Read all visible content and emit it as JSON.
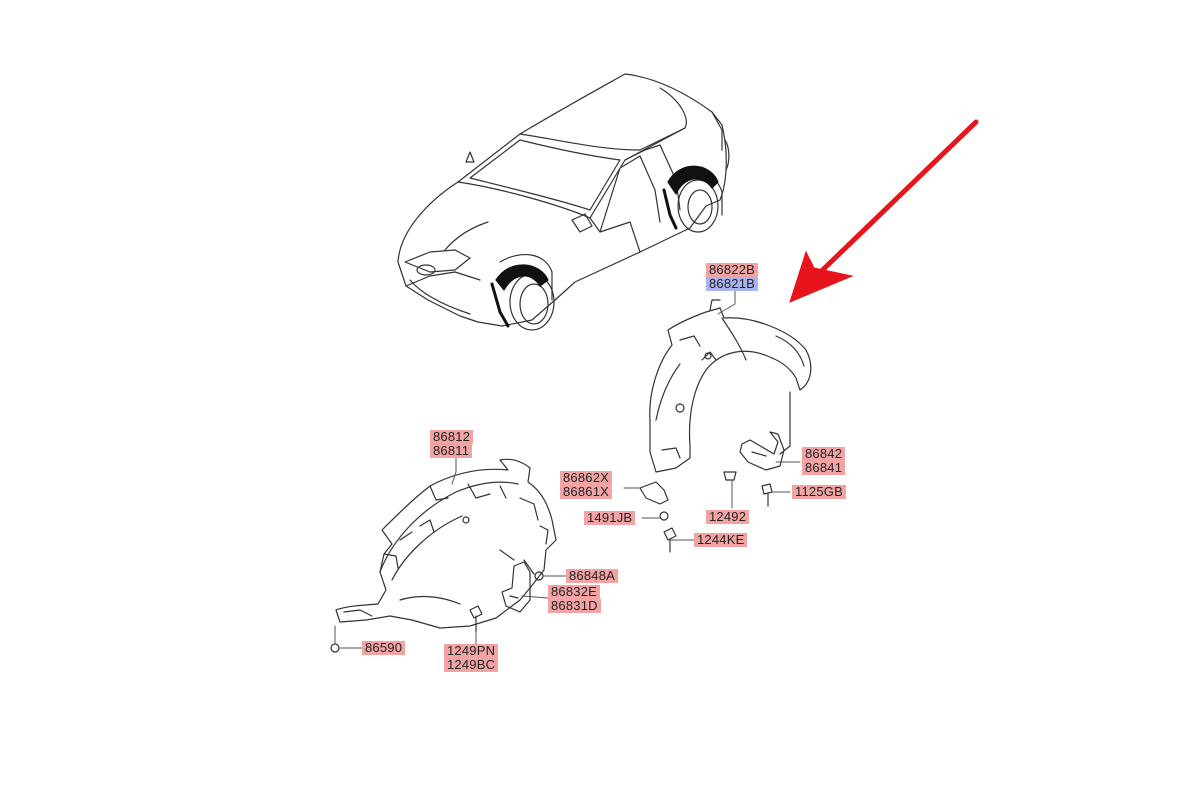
{
  "colors": {
    "label_red": "#f2a3a3",
    "label_blue": "#a9b4ee",
    "arrow": "#e8141b",
    "line": "#333333"
  },
  "labels": {
    "rear_top": "86822B",
    "rear_bottom": "86821B",
    "front_top": "86812",
    "front_bottom": "86811",
    "bracket_top": "86862X",
    "bracket_bottom": "86861X",
    "clip_1491": "1491JB",
    "bolt_1244": "1244KE",
    "clip_12492": "12492",
    "flap_top": "86842",
    "flap_bottom": "86841",
    "screw_1125": "1125GB",
    "nut_86848": "86848A",
    "mudguard_top": "86832E",
    "mudguard_bottom": "86831D",
    "nut_86590": "86590",
    "screw_top": "1249PN",
    "screw_bottom": "1249BC"
  },
  "icons": [
    "car-icon",
    "arrow-icon",
    "front-liner-icon",
    "rear-liner-icon",
    "mud-flap-icon",
    "clip-icon",
    "screw-icon"
  ]
}
